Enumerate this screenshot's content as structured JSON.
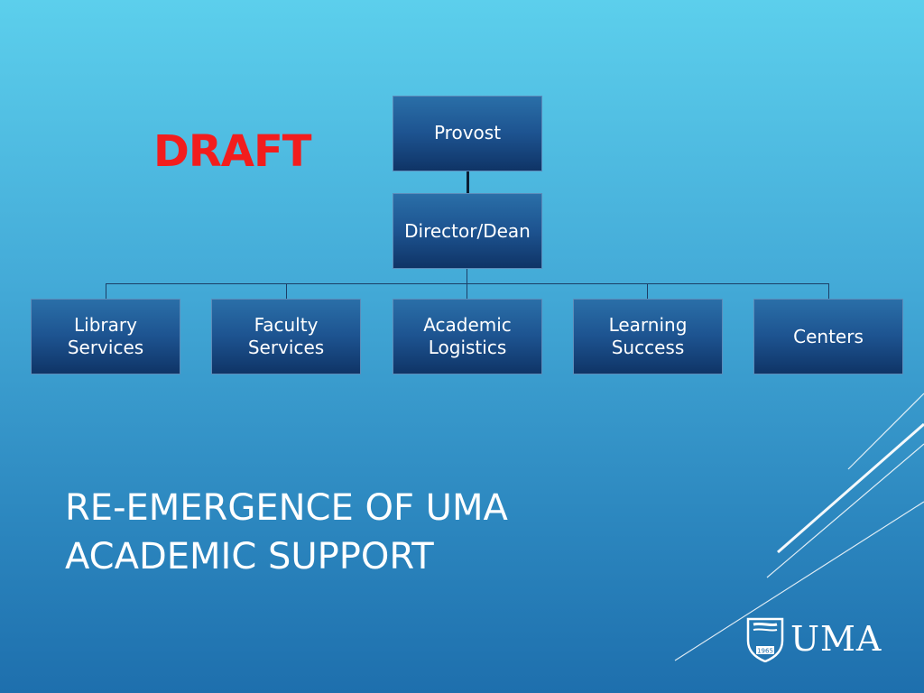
{
  "watermark": "DRAFT",
  "org_chart": {
    "top": "Provost",
    "middle": "Director/Dean",
    "units": [
      "Library Services",
      "Faculty Services",
      "Academic Logistics",
      "Learning Success",
      "Centers"
    ]
  },
  "title": {
    "line1": "RE-EMERGENCE OF UMA",
    "line2": "ACADEMIC SUPPORT"
  },
  "logo": {
    "text": "UMA",
    "seal_year": "1965",
    "icon": "uma-shield-icon"
  },
  "colors": {
    "draft": "#f21d1d",
    "box_top": "#2a6fa8",
    "box_bottom": "#0f3466",
    "background_top": "#5ccfec",
    "background_bottom": "#1e6fad"
  }
}
